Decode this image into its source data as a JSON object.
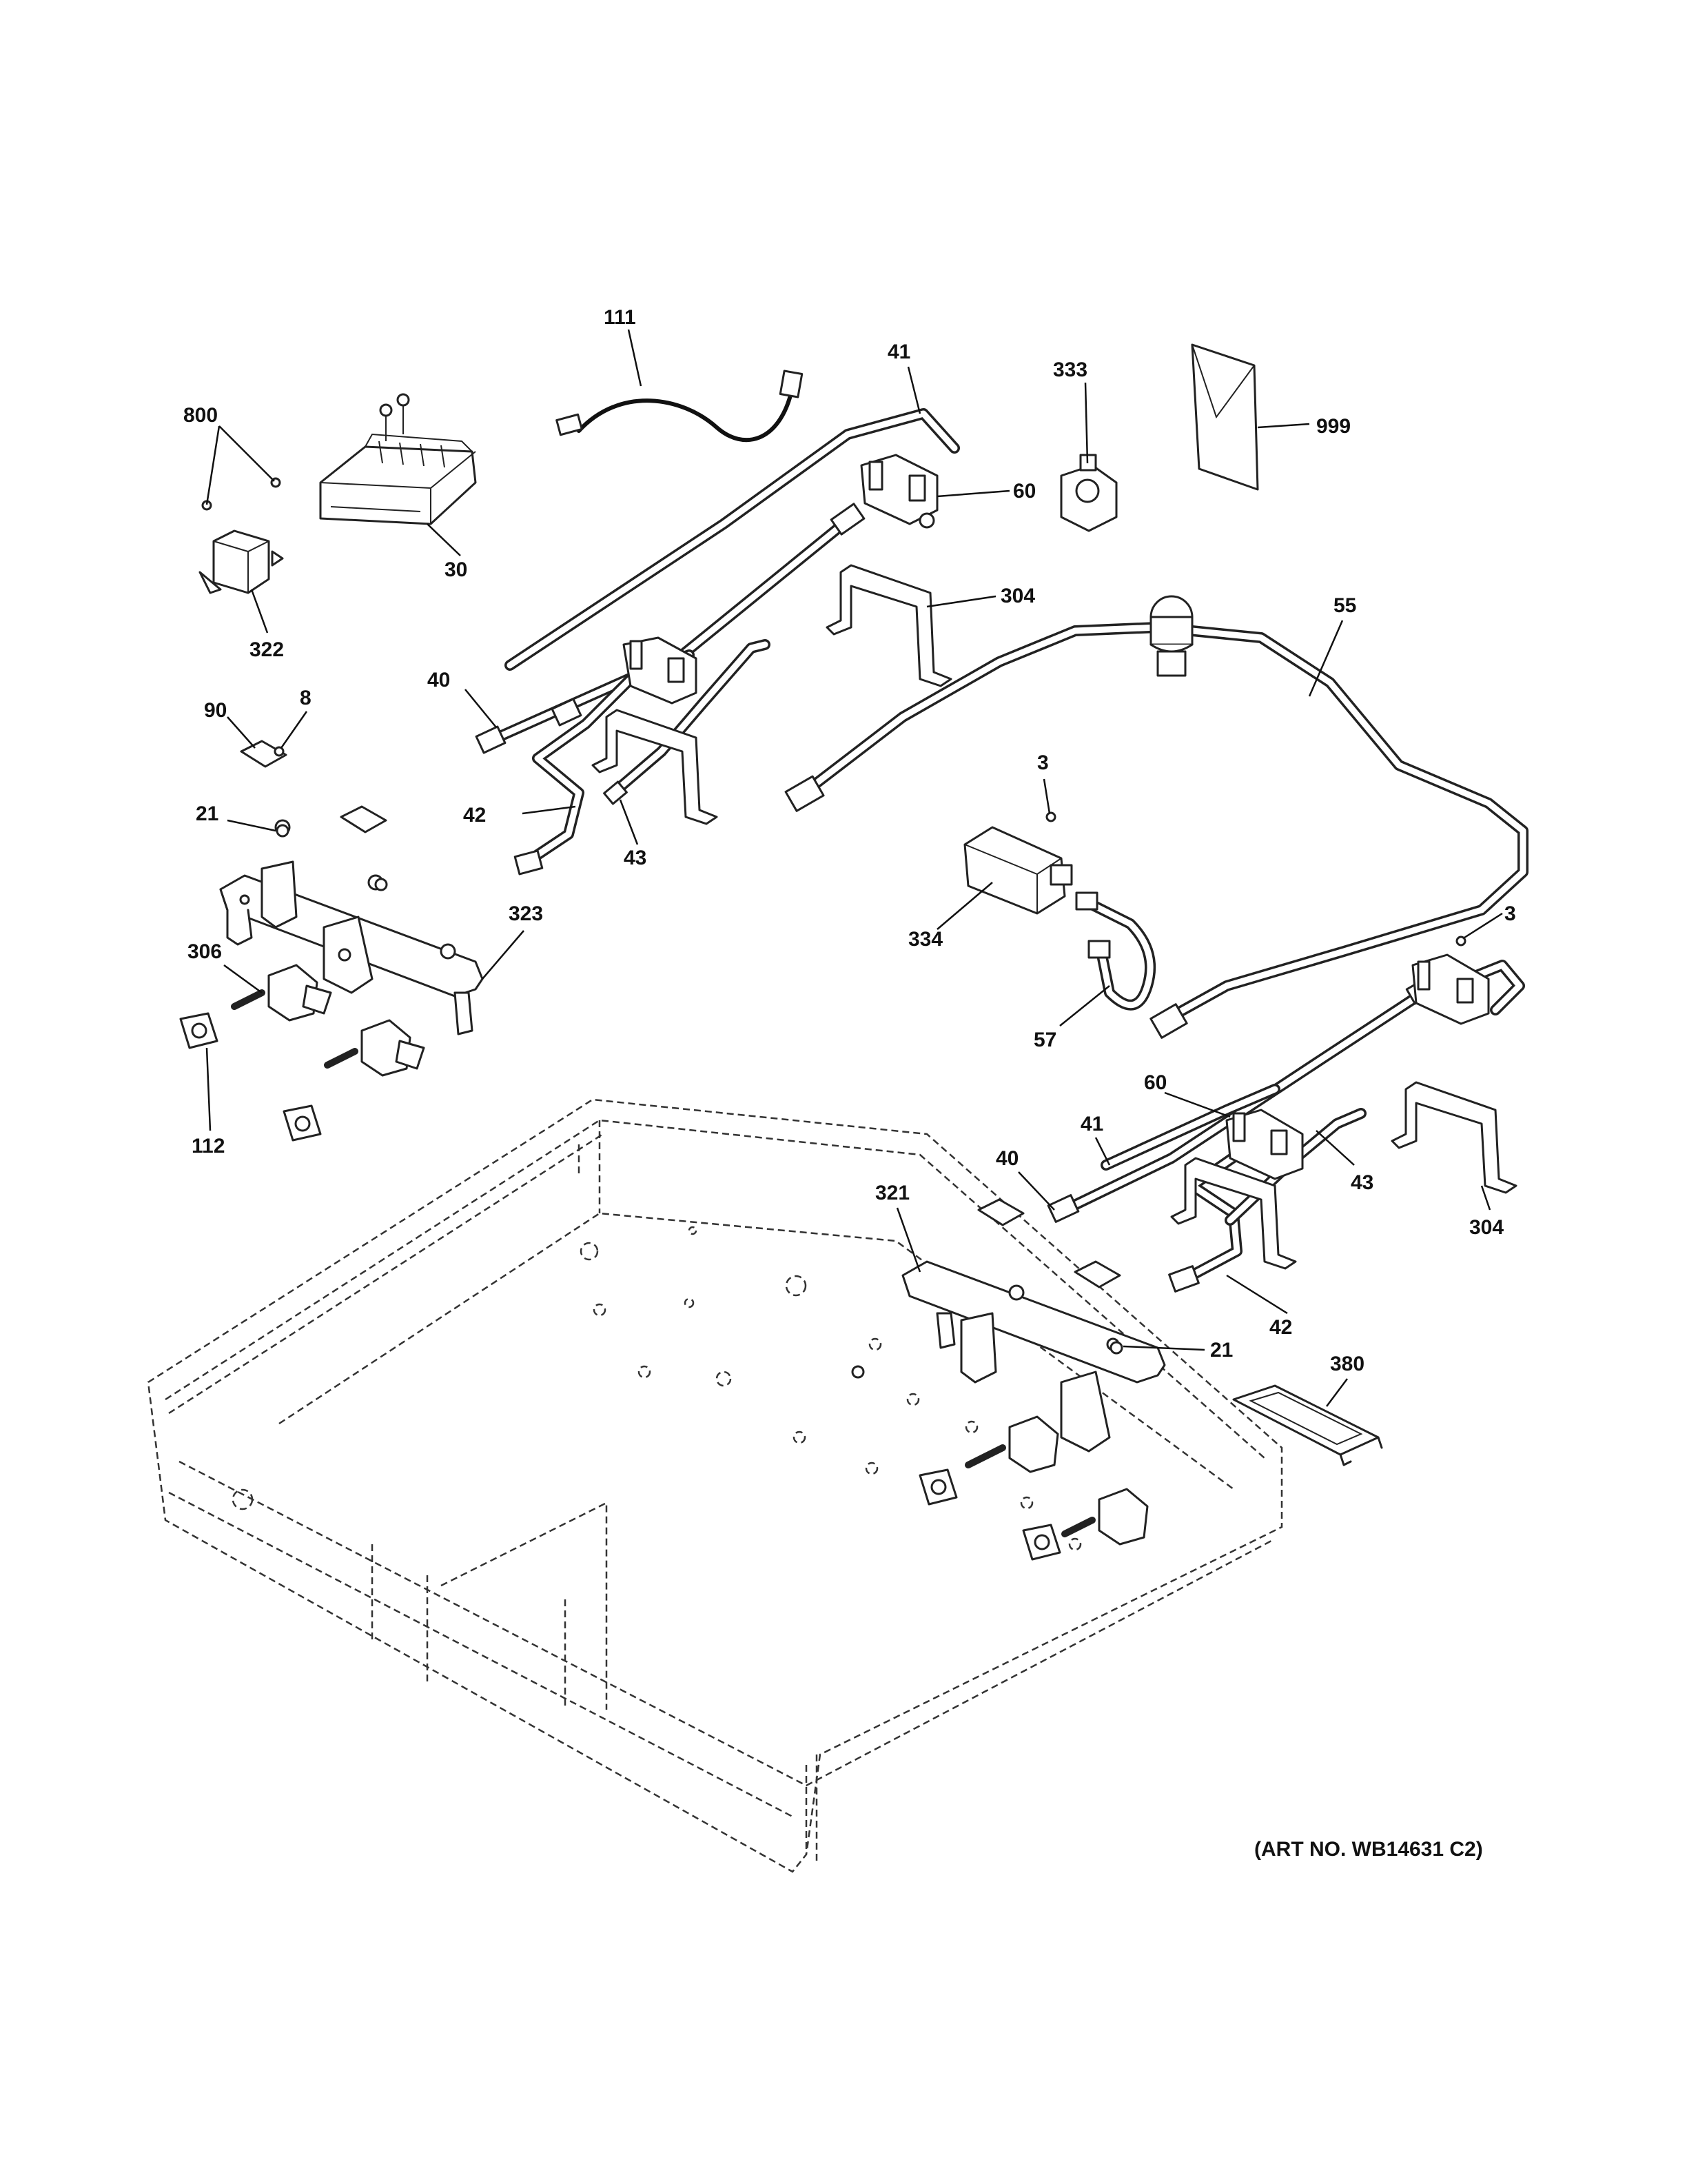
{
  "diagram": {
    "art_number": "(ART NO. WB14631 C2)",
    "callouts": [
      {
        "id": "c800",
        "text": "800"
      },
      {
        "id": "c111",
        "text": "111"
      },
      {
        "id": "c41a",
        "text": "41"
      },
      {
        "id": "c333",
        "text": "333"
      },
      {
        "id": "c999",
        "text": "999"
      },
      {
        "id": "c60a",
        "text": "60"
      },
      {
        "id": "c30",
        "text": "30"
      },
      {
        "id": "c304a",
        "text": "304"
      },
      {
        "id": "c55",
        "text": "55"
      },
      {
        "id": "c322",
        "text": "322"
      },
      {
        "id": "c40a",
        "text": "40"
      },
      {
        "id": "c90",
        "text": "90"
      },
      {
        "id": "c8",
        "text": "8"
      },
      {
        "id": "c3a",
        "text": "3"
      },
      {
        "id": "c42a",
        "text": "42"
      },
      {
        "id": "c43a",
        "text": "43"
      },
      {
        "id": "c21a",
        "text": "21"
      },
      {
        "id": "c323",
        "text": "323"
      },
      {
        "id": "c334",
        "text": "334"
      },
      {
        "id": "c3b",
        "text": "3"
      },
      {
        "id": "c306",
        "text": "306"
      },
      {
        "id": "c57",
        "text": "57"
      },
      {
        "id": "c60b",
        "text": "60"
      },
      {
        "id": "c112",
        "text": "112"
      },
      {
        "id": "c41b",
        "text": "41"
      },
      {
        "id": "c40b",
        "text": "40"
      },
      {
        "id": "c43b",
        "text": "43"
      },
      {
        "id": "c321",
        "text": "321"
      },
      {
        "id": "c304b",
        "text": "304"
      },
      {
        "id": "c42b",
        "text": "42"
      },
      {
        "id": "c21b",
        "text": "21"
      },
      {
        "id": "c380",
        "text": "380"
      }
    ]
  }
}
